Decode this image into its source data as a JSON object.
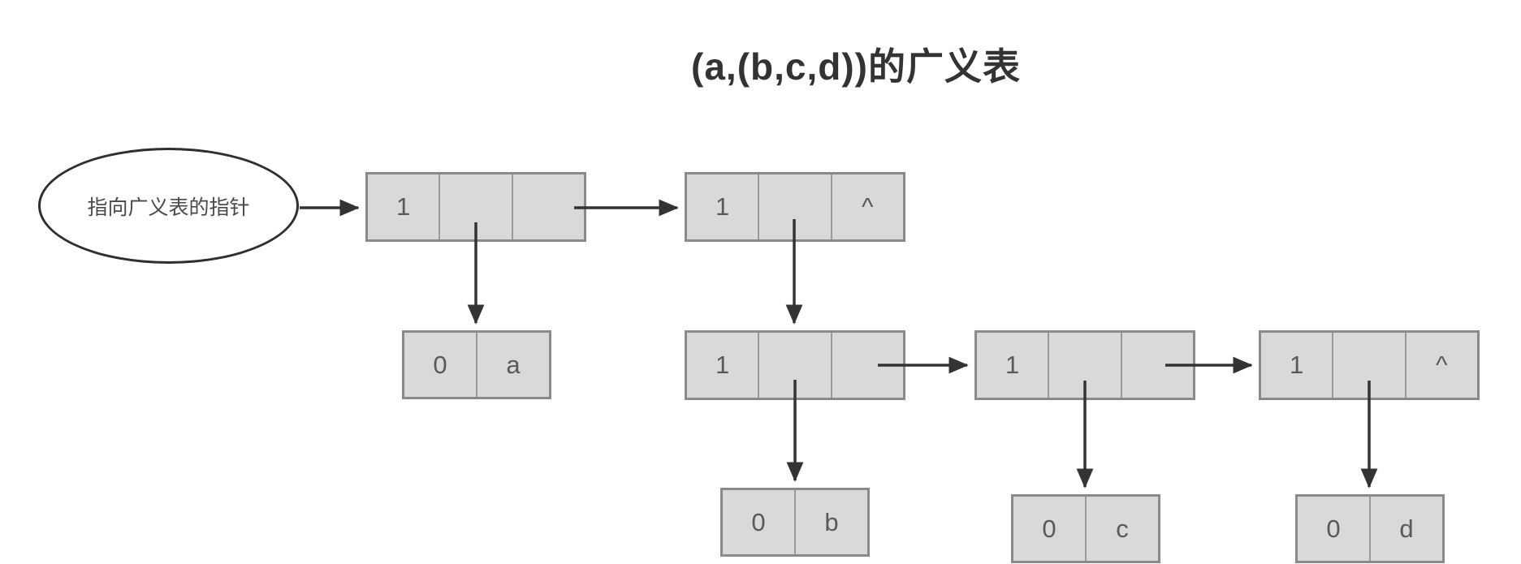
{
  "title": "(a,(b,c,d))的广义表",
  "ellipse": {
    "label": "指向广义表的指针"
  },
  "nodes": {
    "head": {
      "cells": [
        "1",
        "",
        ""
      ]
    },
    "tail": {
      "cells": [
        "1",
        "",
        "^"
      ]
    },
    "atom_a": {
      "cells": [
        "0",
        "a"
      ]
    },
    "sub1": {
      "cells": [
        "1",
        "",
        ""
      ]
    },
    "sub2": {
      "cells": [
        "1",
        "",
        ""
      ]
    },
    "sub3": {
      "cells": [
        "1",
        "",
        "^"
      ]
    },
    "atom_b": {
      "cells": [
        "0",
        "b"
      ]
    },
    "atom_c": {
      "cells": [
        "0",
        "c"
      ]
    },
    "atom_d": {
      "cells": [
        "0",
        "d"
      ]
    }
  },
  "colors": {
    "node_fill": "#d9d9d9",
    "node_border": "#8a8a8a",
    "cell_divider": "#9a9a9a",
    "cell_text": "#595959",
    "arrow": "#333333",
    "ellipse_border": "#2f2f2f",
    "title_text": "#333333",
    "background": "#ffffff"
  }
}
